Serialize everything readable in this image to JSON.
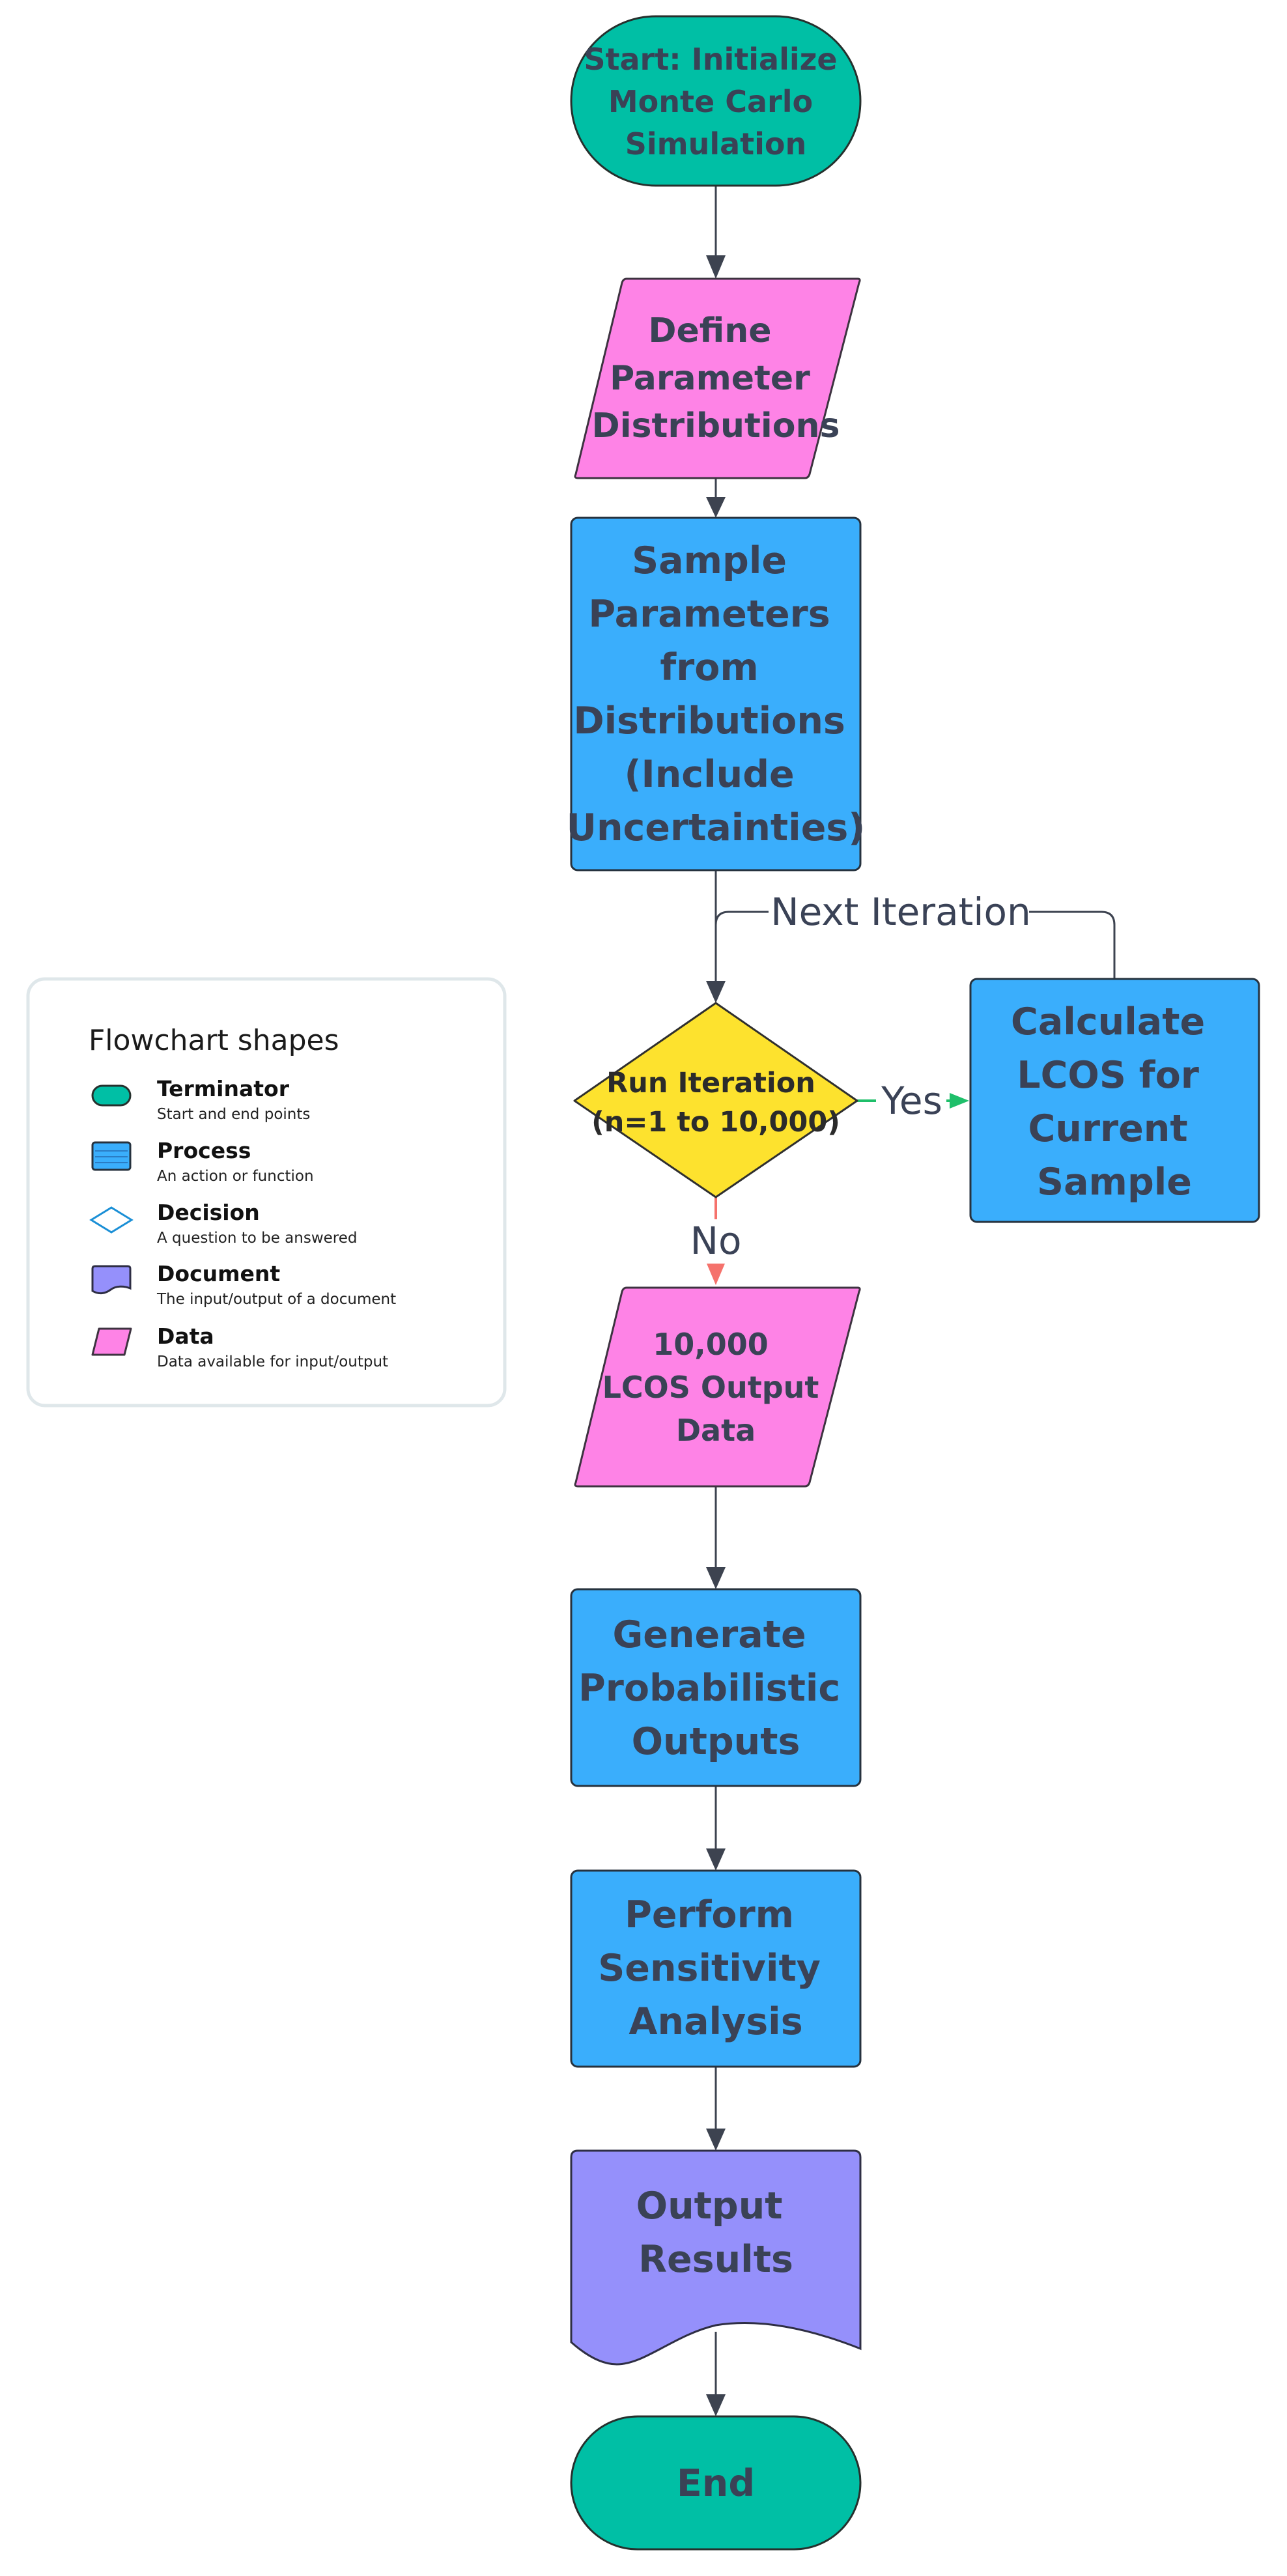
{
  "colors": {
    "terminator": "#00bfa5",
    "process": "#3aaefc",
    "decision": "#fde22e",
    "document": "#9590fb",
    "data": "#fe83e6",
    "edge": "#3d4350",
    "yes_edge": "#1fbf6a",
    "no_edge": "#f5726c",
    "legend_border": "#dfe7ea"
  },
  "nodes": {
    "start": [
      "Start: Initialize",
      "Monte Carlo",
      "Simulation"
    ],
    "define": [
      "Define",
      "Parameter",
      "Distributions"
    ],
    "sample": [
      "Sample",
      "Parameters",
      "from",
      "Distributions",
      "(Include",
      "Uncertainties)"
    ],
    "decision": [
      "Run Iteration",
      "(n=1 to 10,000)"
    ],
    "calculate": [
      "Calculate",
      "LCOS for",
      "Current",
      "Sample"
    ],
    "output_data": [
      "10,000",
      "LCOS Output",
      "Data"
    ],
    "generate": [
      "Generate",
      "Probabilistic",
      "Outputs"
    ],
    "sensitivity": [
      "Perform",
      "Sensitivity",
      "Analysis"
    ],
    "results": [
      "Output",
      "Results"
    ],
    "end": [
      "End"
    ]
  },
  "edges": {
    "next_iteration": "Next Iteration",
    "yes": "Yes",
    "no": "No"
  },
  "legend": {
    "title": "Flowchart shapes",
    "items": [
      {
        "shape": "terminator",
        "name": "Terminator",
        "desc": "Start and end points"
      },
      {
        "shape": "process",
        "name": "Process",
        "desc": "An action or function"
      },
      {
        "shape": "decision",
        "name": "Decision",
        "desc": "A question to be answered"
      },
      {
        "shape": "document",
        "name": "Document",
        "desc": "The input/output of a document"
      },
      {
        "shape": "data",
        "name": "Data",
        "desc": "Data available for input/output"
      }
    ]
  }
}
